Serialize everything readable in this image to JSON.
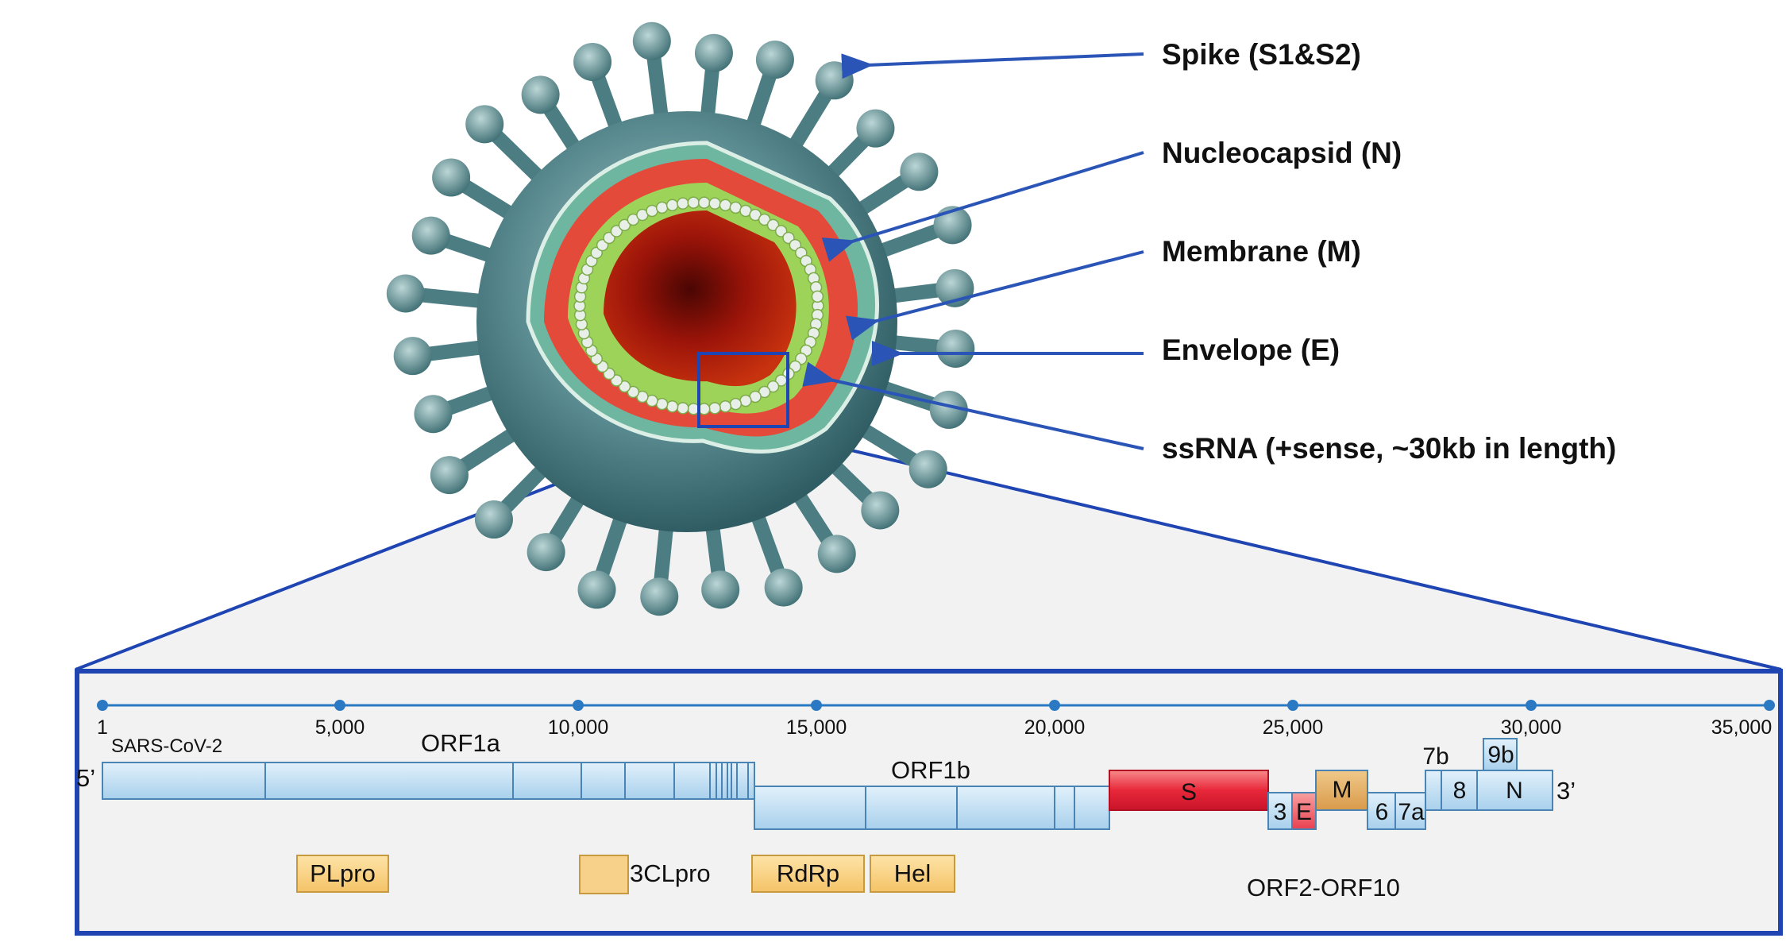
{
  "structure_labels": {
    "spike": "Spike (S1&S2)",
    "nucleocapsid": "Nucleocapsid (N)",
    "membrane": "Membrane (M)",
    "envelope": "Envelope (E)",
    "ssrna": "ssRNA (+sense, ~30kb in length)"
  },
  "genome": {
    "organism": "SARS-CoV-2",
    "end5": "5’",
    "end3": "3’",
    "ticks": [
      "1",
      "5,000",
      "10,000",
      "15,000",
      "20,000",
      "25,000",
      "30,000",
      "35,000"
    ],
    "orf1a": "ORF1a",
    "orf1b": "ORF1b",
    "orf2_10": "ORF2-ORF10",
    "genes": {
      "s": "S",
      "e": "E",
      "m": "M",
      "orf3": "3",
      "orf6": "6",
      "orf7a": "7a",
      "orf7b": "7b",
      "orf8": "8",
      "orf9b": "9b",
      "n": "N"
    },
    "proteins": {
      "plpro": "PLpro",
      "clpro": "3CLpro",
      "rdrp": "RdRp",
      "hel": "Hel"
    }
  },
  "colors": {
    "arrow": "#2a55b7",
    "frame": "#1f45b3",
    "orf_blue": "#bcdcf2",
    "spike_red": "#e8273a",
    "membrane_gold": "#e7b56a",
    "protein_gold": "#f8cf7c",
    "virion_teal": "#3f7a80",
    "capsid_green": "#8fd24a",
    "interior_red": "#a3120c"
  }
}
